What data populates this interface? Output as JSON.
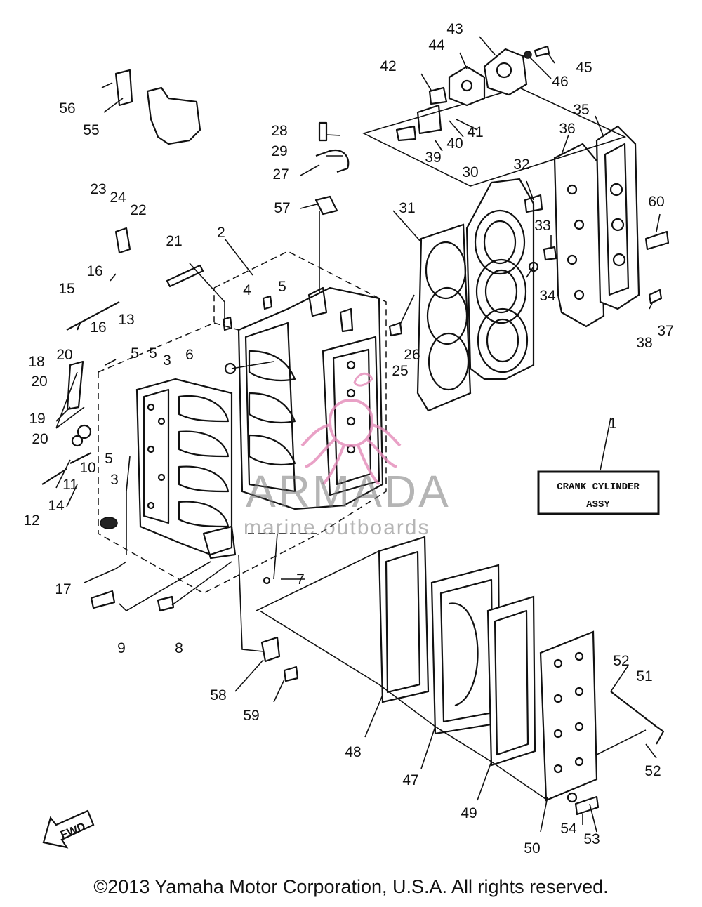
{
  "assembly_label": {
    "line1": "CRANK CYLINDER",
    "line2": "ASSY"
  },
  "watermark": {
    "brand": "ARMADA",
    "tagline": "marine outboards",
    "accent_color": "#e48ab8"
  },
  "fwd_label": "FWD",
  "copyright": "©2013 Yamaha Motor Corporation, U.S.A. All rights reserved.",
  "callouts": [
    {
      "n": "1"
    },
    {
      "n": "2"
    },
    {
      "n": "3"
    },
    {
      "n": "3"
    },
    {
      "n": "4"
    },
    {
      "n": "5"
    },
    {
      "n": "5"
    },
    {
      "n": "5"
    },
    {
      "n": "5"
    },
    {
      "n": "6"
    },
    {
      "n": "7"
    },
    {
      "n": "8"
    },
    {
      "n": "9"
    },
    {
      "n": "10"
    },
    {
      "n": "11"
    },
    {
      "n": "12"
    },
    {
      "n": "13"
    },
    {
      "n": "14"
    },
    {
      "n": "15"
    },
    {
      "n": "16"
    },
    {
      "n": "16"
    },
    {
      "n": "17"
    },
    {
      "n": "18"
    },
    {
      "n": "19"
    },
    {
      "n": "20"
    },
    {
      "n": "20"
    },
    {
      "n": "20"
    },
    {
      "n": "21"
    },
    {
      "n": "22"
    },
    {
      "n": "23"
    },
    {
      "n": "24"
    },
    {
      "n": "25"
    },
    {
      "n": "26"
    },
    {
      "n": "27"
    },
    {
      "n": "28"
    },
    {
      "n": "29"
    },
    {
      "n": "30"
    },
    {
      "n": "31"
    },
    {
      "n": "32"
    },
    {
      "n": "33"
    },
    {
      "n": "34"
    },
    {
      "n": "35"
    },
    {
      "n": "36"
    },
    {
      "n": "37"
    },
    {
      "n": "38"
    },
    {
      "n": "39"
    },
    {
      "n": "40"
    },
    {
      "n": "41"
    },
    {
      "n": "42"
    },
    {
      "n": "43"
    },
    {
      "n": "44"
    },
    {
      "n": "45"
    },
    {
      "n": "46"
    },
    {
      "n": "47"
    },
    {
      "n": "48"
    },
    {
      "n": "49"
    },
    {
      "n": "50"
    },
    {
      "n": "51"
    },
    {
      "n": "52"
    },
    {
      "n": "52"
    },
    {
      "n": "53"
    },
    {
      "n": "54"
    },
    {
      "n": "55"
    },
    {
      "n": "56"
    },
    {
      "n": "57"
    },
    {
      "n": "58"
    },
    {
      "n": "59"
    },
    {
      "n": "60"
    }
  ]
}
